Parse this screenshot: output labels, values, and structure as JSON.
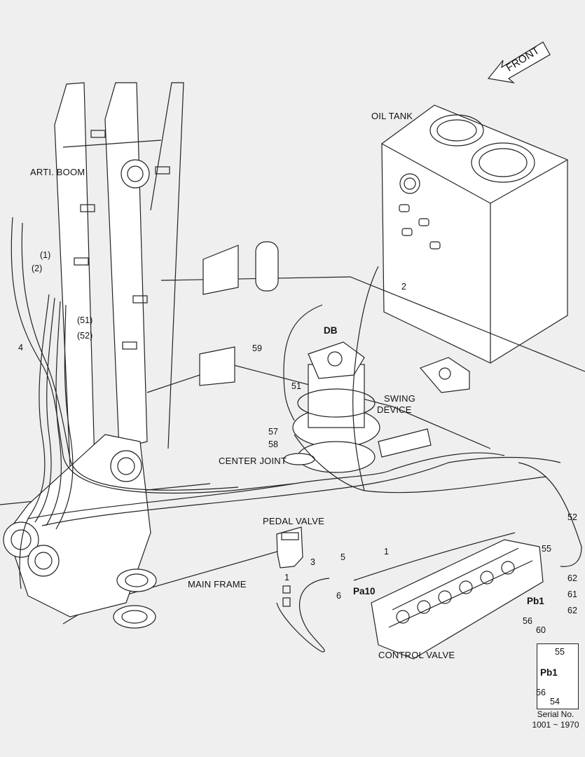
{
  "direction": "FRONT",
  "components": {
    "oil_tank": "OIL TANK",
    "arti_boom": "ARTI. BOOM",
    "swing_device_line1": "SWING",
    "swing_device_line2": "DEVICE",
    "center_joint": "CENTER JOINT",
    "pedal_valve": "PEDAL VALVE",
    "main_frame": "MAIN FRAME",
    "control_valve": "CONTROL VALVE"
  },
  "ports": {
    "db": "DB",
    "pa10": "Pa10",
    "pb1": "Pb1",
    "inset_pb1": "Pb1"
  },
  "callouts": {
    "c1_paren": "(1)",
    "c2_paren": "(2)",
    "c51_paren": "(51)",
    "c52_paren": "(52)",
    "c2": "2",
    "c4": "4",
    "c59": "59",
    "c51": "51",
    "c57": "57",
    "c58": "58",
    "c52": "52",
    "c55": "55",
    "c62a": "62",
    "c61": "61",
    "c62b": "62",
    "c56": "56",
    "c60": "60",
    "c3": "3",
    "c5": "5",
    "c6": "6",
    "c1a": "1",
    "c1b": "1",
    "inset55": "55",
    "inset56": "56",
    "inset54": "54"
  },
  "serial": {
    "line1": "Serial No.",
    "line2": "1001 ~ 1970"
  }
}
